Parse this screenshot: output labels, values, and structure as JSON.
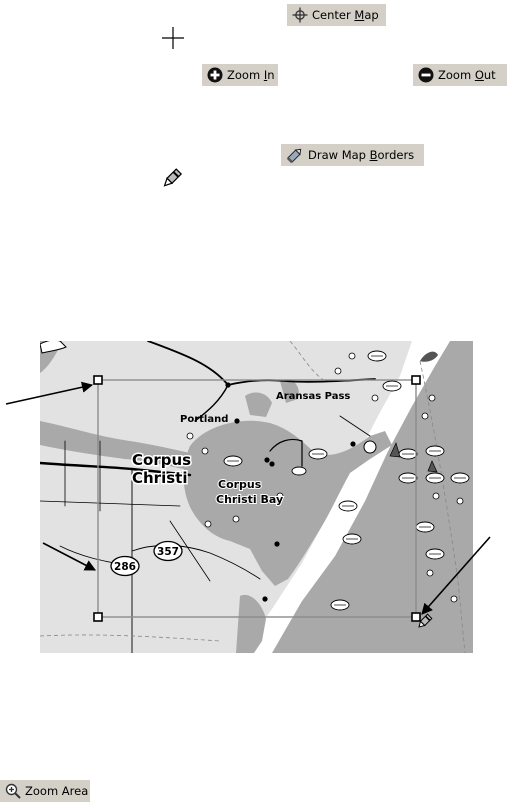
{
  "toolbar": {
    "center_map": {
      "pre": "Center ",
      "key": "M",
      "post": "ap",
      "icon": "crosshair-icon"
    },
    "zoom_in": {
      "pre": "Zoom ",
      "key": "I",
      "post": "n",
      "icon": "plus-circle-icon"
    },
    "zoom_out": {
      "pre": "Zoom ",
      "key": "O",
      "post": "ut",
      "icon": "minus-circle-icon"
    },
    "draw_map_borders": {
      "pre": "Draw Map ",
      "key": "B",
      "post": "orders",
      "icon": "pencil-icon"
    },
    "zoom_area": {
      "label": "Zoom Area",
      "icon": "magnifier-plus-icon"
    }
  },
  "cursors": {
    "crosshair": "crosshair-cursor-icon",
    "pencil": "pencil-cursor-icon"
  },
  "map": {
    "labels": {
      "portland": "Portland",
      "aransas_pass": "Aransas Pass",
      "corpus": "Corpus",
      "christi": "Christi",
      "bay_corpus": "Corpus",
      "bay_name": "Christi Bay",
      "route_286": "286",
      "route_357": "357"
    },
    "colors": {
      "land": "#e6e6e6",
      "water": "#a9a9a9",
      "roads": "#000000",
      "border": "#8c8c8c"
    }
  }
}
